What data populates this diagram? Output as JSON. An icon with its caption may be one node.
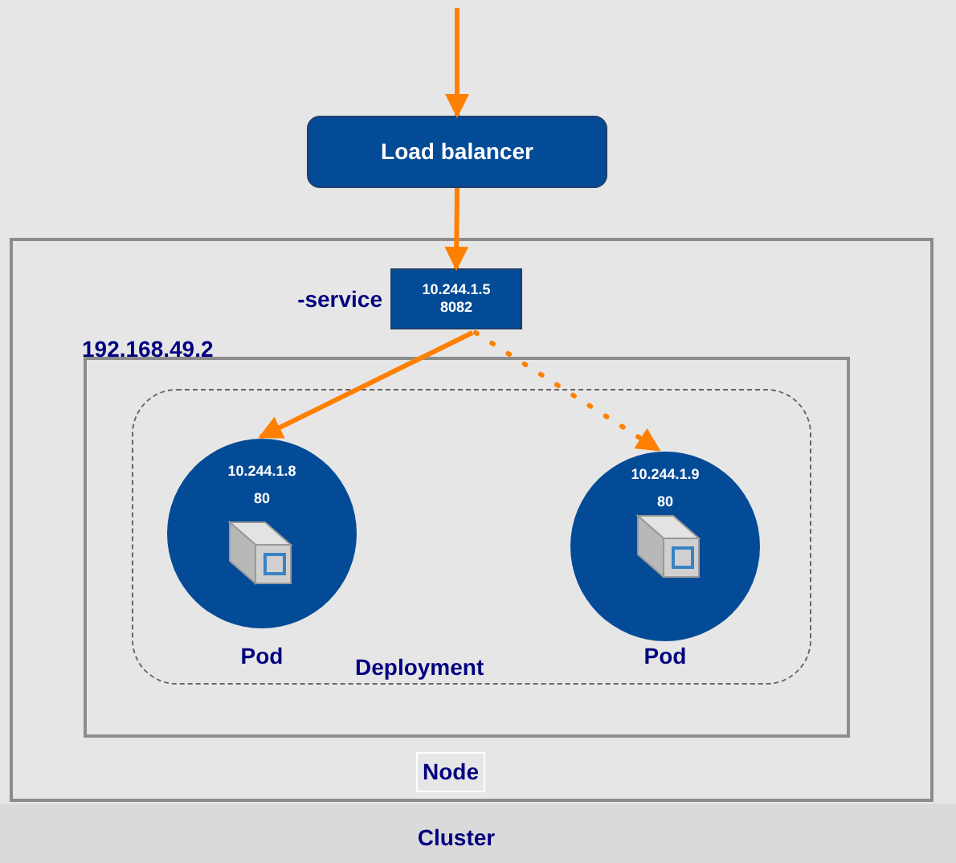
{
  "diagram": {
    "nodes": [
      {
        "text": [
          "Load balancer"
        ]
      },
      {
        "text": [
          "Cluster"
        ]
      },
      {
        "text": [
          "10.244.1.5",
          "8082"
        ],
        "in": 1,
        "beside": [
          "-service"
        ]
      },
      {
        "text": [
          "192.168.49.2",
          "Node"
        ],
        "in": 1
      },
      {
        "text": [
          "Deployment"
        ],
        "in": 3
      },
      {
        "text": [
          "10.244.1.8",
          "80"
        ],
        "in": 4,
        "beside": [
          "Pod"
        ]
      },
      {
        "text": [
          "10.244.1.9",
          "80"
        ],
        "in": 4,
        "beside": [
          "Pod"
        ]
      }
    ],
    "edges": [
      {
        "from": null,
        "to": 0,
        "arrow": "to"
      },
      {
        "from": 0,
        "to": 2,
        "arrow": "to"
      },
      {
        "from": 2,
        "to": 5,
        "arrow": "to"
      },
      {
        "from": 2,
        "to": 6,
        "arrow": "to",
        "style": "dashed"
      }
    ]
  }
}
